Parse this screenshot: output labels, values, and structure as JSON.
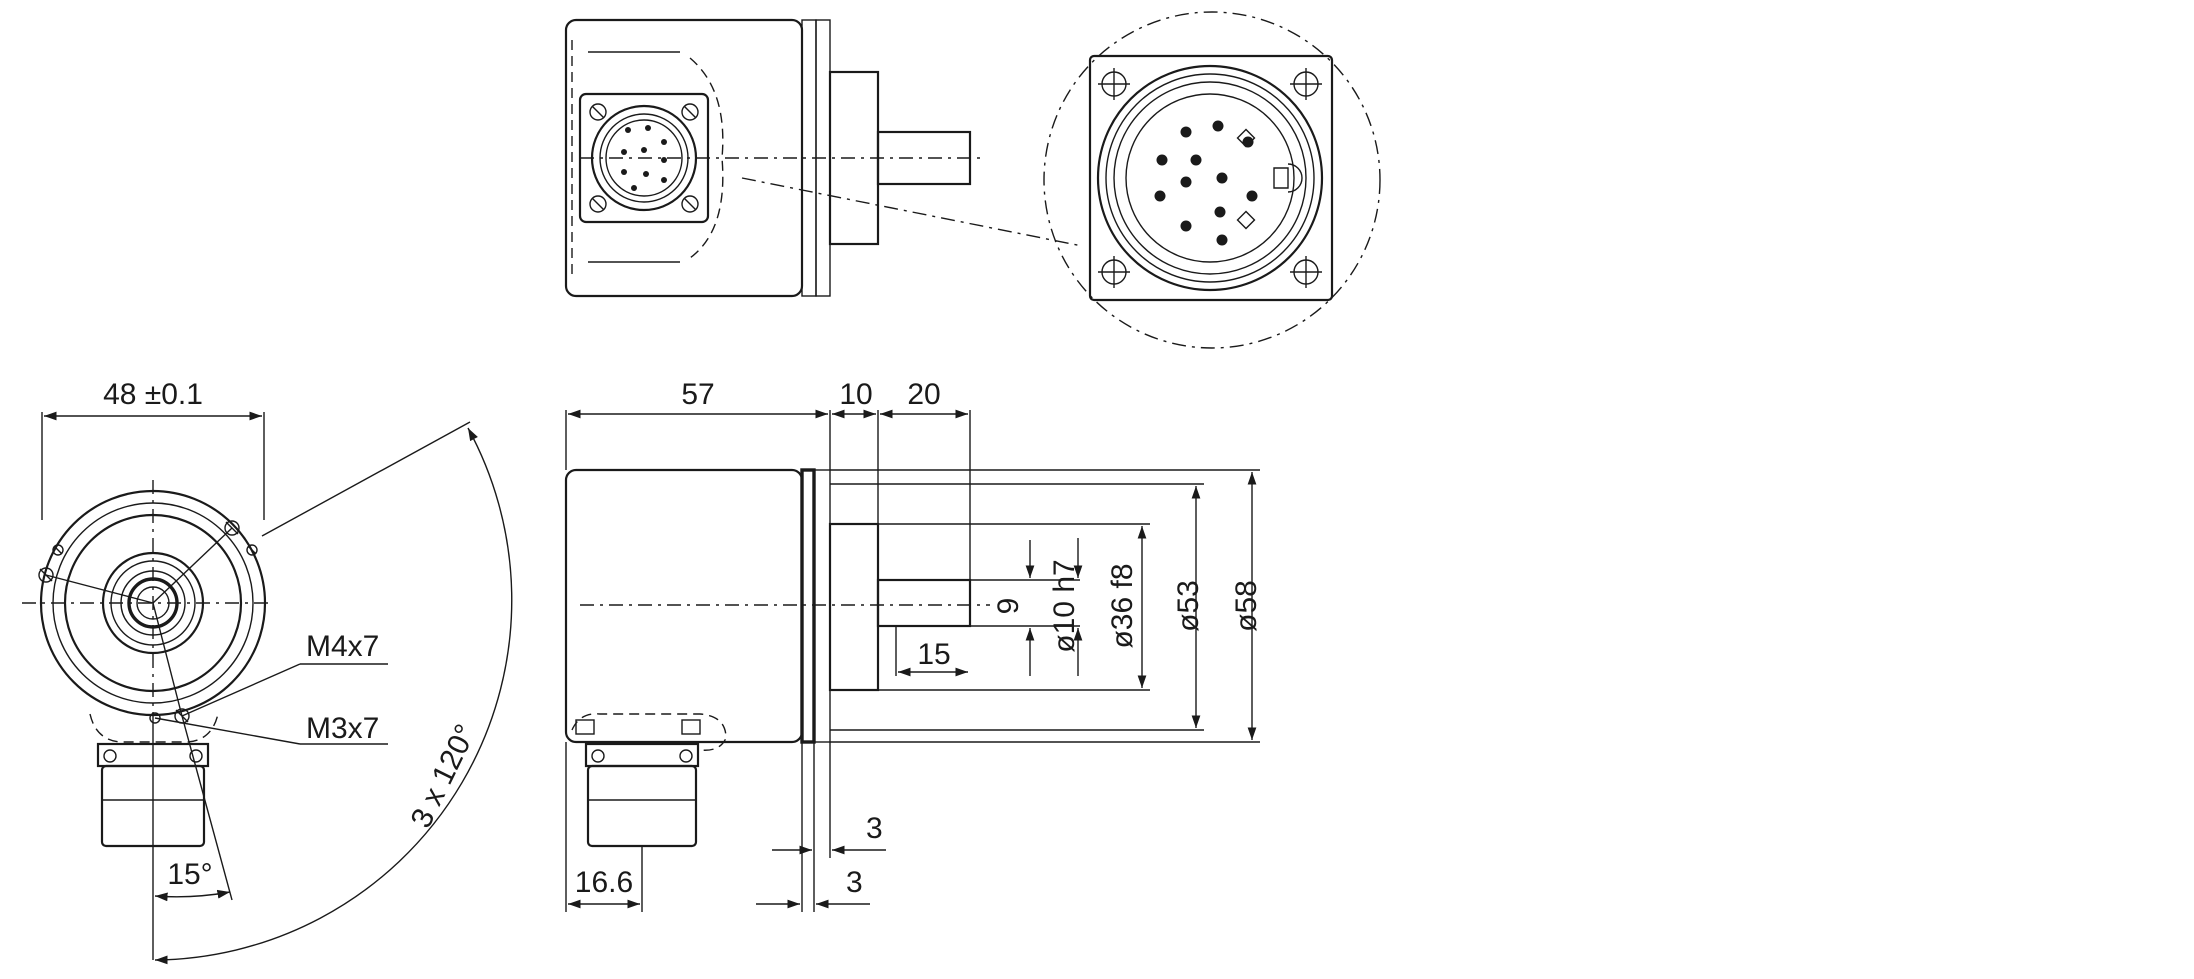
{
  "dimensions": {
    "front_width": "48 ±0.1",
    "body_length": "57",
    "flange_depth": "10",
    "shaft_length": "20",
    "flat_height": "9",
    "flat_length": "15",
    "shaft_dia": "ø10 h7",
    "spigot_dia": "ø36 f8",
    "flange_dia_53": "ø53",
    "flange_dia_58": "ø58",
    "connector_offset": "16.6",
    "flange_thickness_a": "3",
    "flange_thickness_b": "3",
    "thread_m4": "M4x7",
    "thread_m3": "M3x7",
    "angle_small": "15°",
    "angle_pattern": "3 x 120°"
  },
  "connector": {
    "pin_count": 12
  }
}
